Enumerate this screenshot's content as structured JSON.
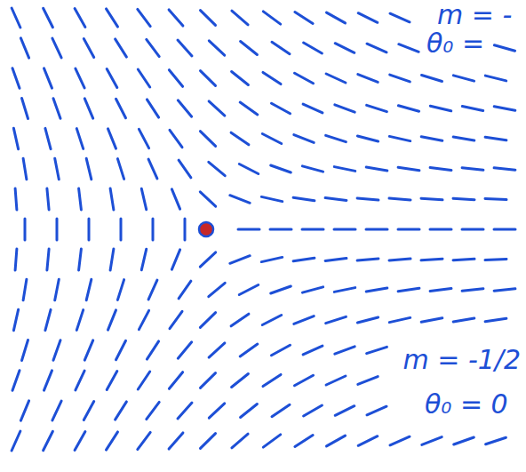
{
  "diagram": {
    "labels": [
      "m = -",
      "θ₀ =",
      "m = -1/2",
      "θ₀ = 0"
    ]
  }
}
